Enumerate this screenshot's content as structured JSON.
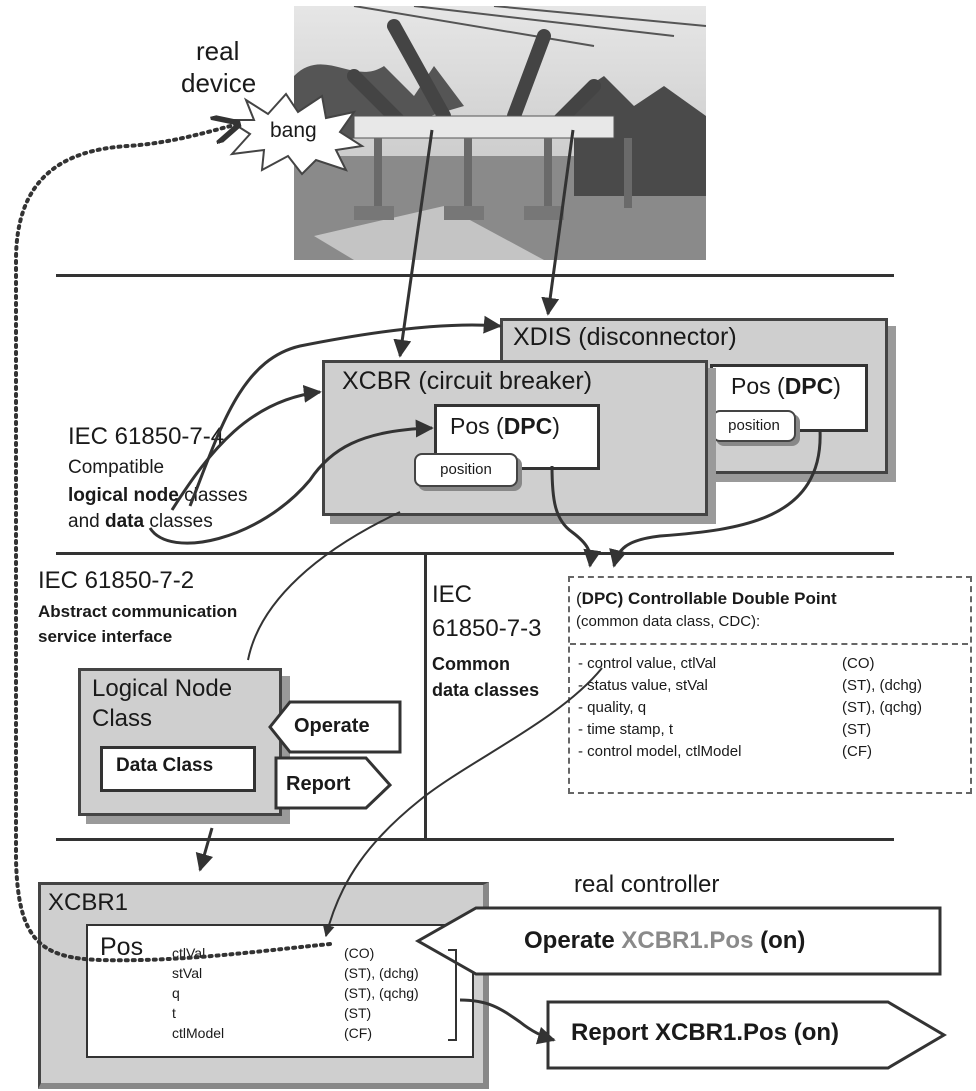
{
  "top": {
    "real_device_1": "real",
    "real_device_2": "device",
    "bang": "bang"
  },
  "standard_74": {
    "title": "IEC 61850-7-4",
    "line1": "Compatible",
    "line2_bold": "logical node",
    "line2_rest": " classes",
    "line3_pre": "and ",
    "line3_bold": "data",
    "line3_rest": " classes"
  },
  "xdis": {
    "title": "XDIS (disconnector)",
    "pos_label": "Pos (",
    "pos_bold": "DPC",
    "pos_close": ")",
    "position": "position"
  },
  "xcbr": {
    "title": "XCBR (circuit breaker)",
    "pos_label": "Pos (",
    "pos_bold": "DPC",
    "pos_close": ")",
    "position": "position"
  },
  "standard_72": {
    "title": "IEC 61850-7-2",
    "line1": "Abstract communication",
    "line2": "service interface"
  },
  "lnc": {
    "line1": "Logical Node",
    "line2": "Class",
    "data_class": "Data Class",
    "operate": "Operate",
    "report": "Report"
  },
  "standard_73": {
    "line1": "IEC",
    "line2": "61850-7-3",
    "line3": "Common",
    "line4": "data classes"
  },
  "dpc": {
    "head_open": "(",
    "head_bold": "DPC",
    "head_rest": ") Controllable Double Point",
    "sub": "(common data class, CDC):",
    "rows": [
      {
        "name": "- control value, ctlVal",
        "fc": "(CO)"
      },
      {
        "name": "- status value, stVal",
        "fc": "(ST), (dchg)"
      },
      {
        "name": "- quality, q",
        "fc": "(ST), (qchg)"
      },
      {
        "name": "- time stamp, t",
        "fc": "(ST)"
      },
      {
        "name": "- control model, ctlModel",
        "fc": "(CF)"
      }
    ]
  },
  "bottom": {
    "real_controller": "real controller",
    "xcbr1": "XCBR1",
    "pos": "Pos",
    "rows": [
      {
        "name": "ctlVal",
        "fc": "(CO)"
      },
      {
        "name": "stVal",
        "fc": "(ST), (dchg)"
      },
      {
        "name": "q",
        "fc": "(ST), (qchg)"
      },
      {
        "name": "t",
        "fc": "(ST)"
      },
      {
        "name": "ctlModel",
        "fc": "(CF)"
      }
    ],
    "operate_word": "Operate",
    "operate_ref": "XCBR1.Pos",
    "operate_state": "(on)",
    "report_text": "Report XCBR1.Pos (on)"
  }
}
